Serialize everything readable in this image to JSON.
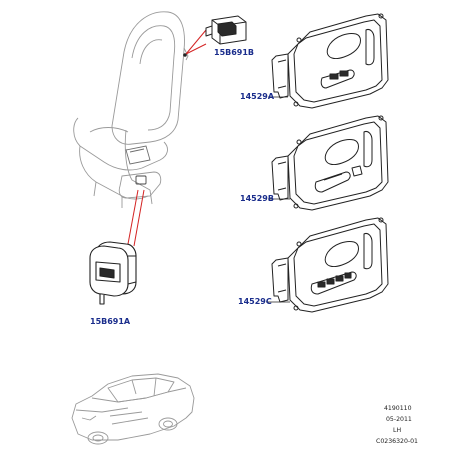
{
  "labels": {
    "switch_small": "15B691B",
    "switch_large": "15B691A",
    "panel_top": "14529A",
    "panel_middle": "14529B",
    "panel_bottom": "14529C"
  },
  "meta": {
    "line1": "4190110",
    "line2": "05-2011",
    "line3": "LH",
    "line4": "C0236320-01"
  },
  "colors": {
    "label": "#1a2d8c",
    "leader": "#d42424",
    "outline": "#222222",
    "ghost": "#9a9a9a"
  }
}
